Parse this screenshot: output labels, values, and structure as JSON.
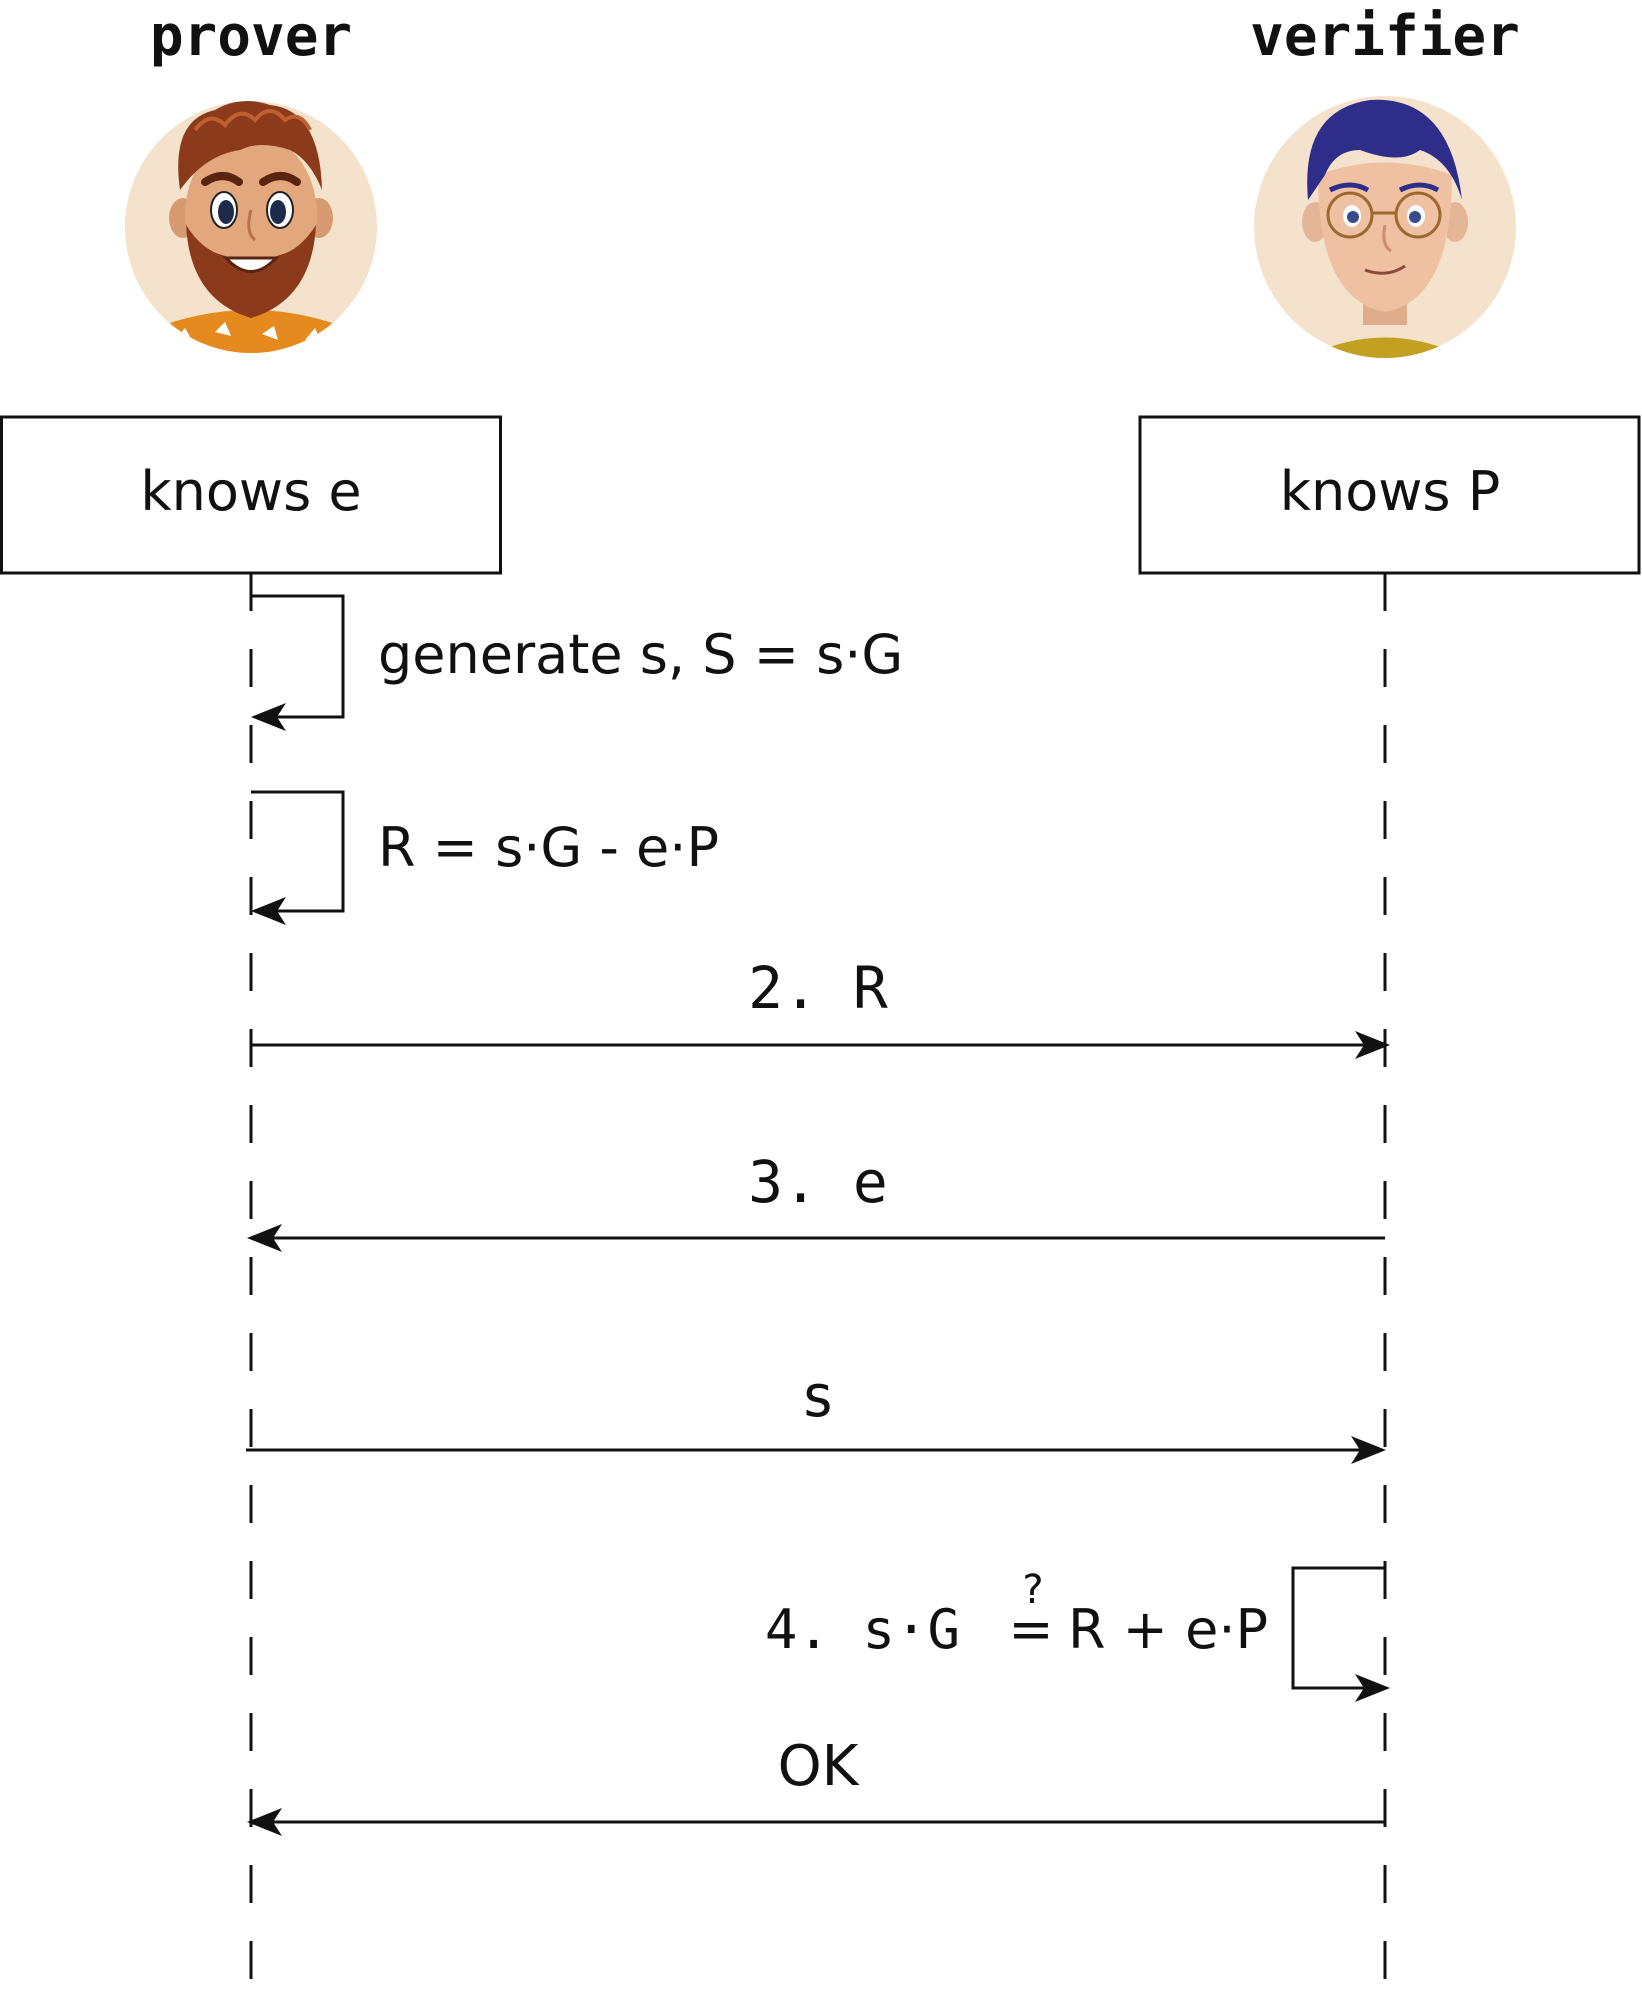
{
  "participants": {
    "prover": {
      "name": "prover",
      "knows": "knows e"
    },
    "verifier": {
      "name": "verifier",
      "knows": "knows P"
    }
  },
  "messages": {
    "self1": "generate s, S = s·G",
    "self2": "R = s·G - e·P",
    "m1": "2. R",
    "m2": "3. e",
    "m3": "s",
    "check_left": "4. s·G",
    "check_q": "?",
    "check_eq": "=",
    "check_right": "R + e·P",
    "m4": "OK"
  }
}
